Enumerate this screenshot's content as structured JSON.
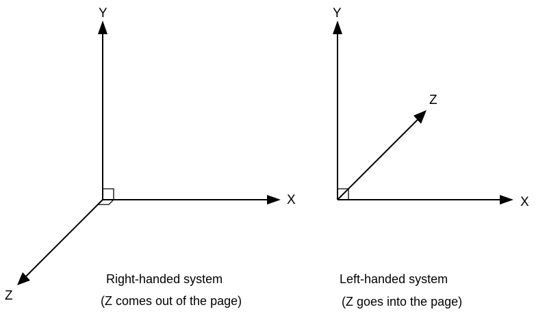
{
  "right_handed": {
    "axis_labels": {
      "x": "X",
      "y": "Y",
      "z": "Z"
    },
    "caption": "Right-handed system",
    "subcaption": "(Z comes out of the page)"
  },
  "left_handed": {
    "axis_labels": {
      "x": "X",
      "y": "Y",
      "z": "Z"
    },
    "caption": "Left-handed system",
    "subcaption": "(Z goes into the page)"
  },
  "colors": {
    "ink": "#000000",
    "background": "#ffffff"
  }
}
